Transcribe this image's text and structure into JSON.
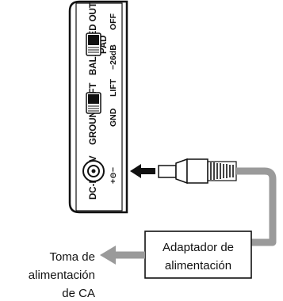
{
  "panel": {
    "balanced_out": "BALANCED OUT",
    "pad": "PAD",
    "pad_level": "−26dB",
    "pad_off": "OFF",
    "ground_lift": "GROUND LIFT",
    "gnd": "GND",
    "lift": "LIFT",
    "dc_in": "DC-IN 12V",
    "polarity": "+⊖−"
  },
  "adapter": {
    "line1": "Adaptador de",
    "line2": "alimentación"
  },
  "outlet": {
    "line1": "Toma de",
    "line2": "alimentación",
    "line3": "de CA"
  },
  "colors": {
    "panel_border": "#111111",
    "cable": "#9a9a9a",
    "arrow": "#111111"
  }
}
